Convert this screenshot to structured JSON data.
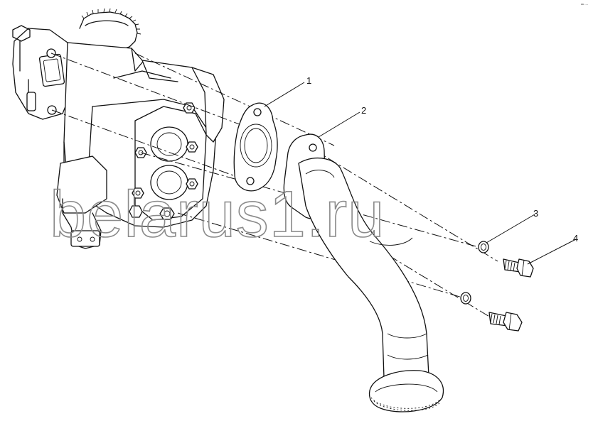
{
  "diagram": {
    "callouts": [
      {
        "id": "1",
        "label": "1"
      },
      {
        "id": "2",
        "label": "2"
      },
      {
        "id": "3",
        "label": "3"
      },
      {
        "id": "4",
        "label": "4"
      }
    ],
    "watermark": "belarus1.ru",
    "corner_mark": "ᵃᵃ ···"
  },
  "colors": {
    "line": "#111111",
    "watermark": "#8a8a8a",
    "background": "#ffffff"
  }
}
